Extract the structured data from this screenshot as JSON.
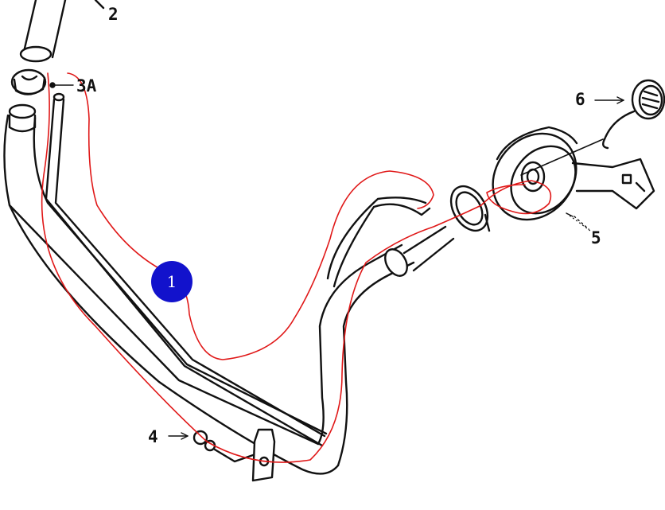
{
  "labels": {
    "part_2": "2",
    "part_3a": "3A",
    "part_4": "4",
    "part_5": "5",
    "part_6": "6"
  },
  "marker": {
    "text": "1",
    "color": "#1212cc"
  },
  "colors": {
    "line": "#111111",
    "annotation": "#e01818",
    "fill": "#ffffff"
  }
}
